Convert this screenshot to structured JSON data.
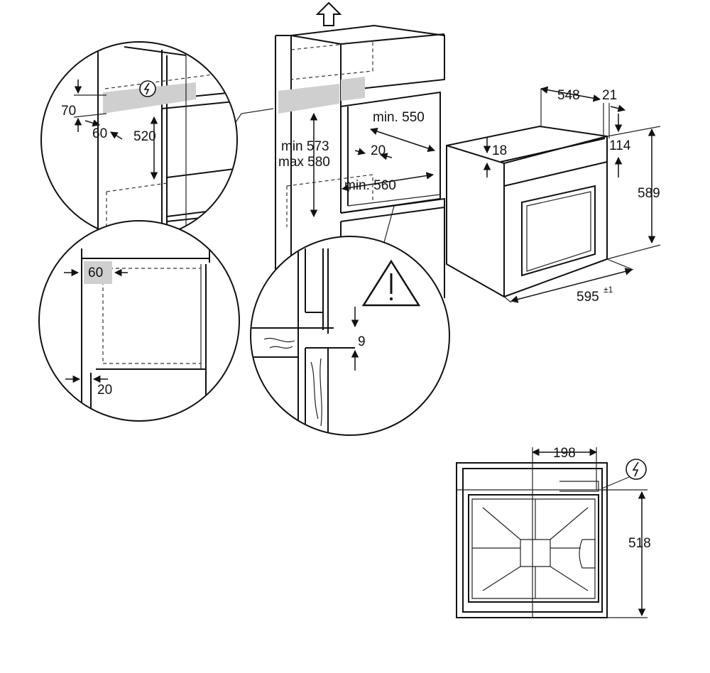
{
  "labels": {
    "d70": "70",
    "d60_top": "60",
    "d520": "520",
    "d_min573": "min 573",
    "d_max580": "max 580",
    "d_min550": "min. 550",
    "d20_mid": "20",
    "d_min560": "min. 560",
    "d60_mid": "60",
    "d20_low": "20",
    "d9": "9",
    "d548": "548",
    "d21": "21",
    "d18": "18",
    "d114": "114",
    "d589": "589",
    "d595": "595",
    "d595_tol": "±1",
    "d198": "198",
    "d518": "518"
  },
  "icons": {
    "up_arrow": "up-arrow-icon",
    "power_top": "power-symbol-icon",
    "power_bottom": "power-symbol-icon",
    "warning": "warning-triangle-icon"
  }
}
